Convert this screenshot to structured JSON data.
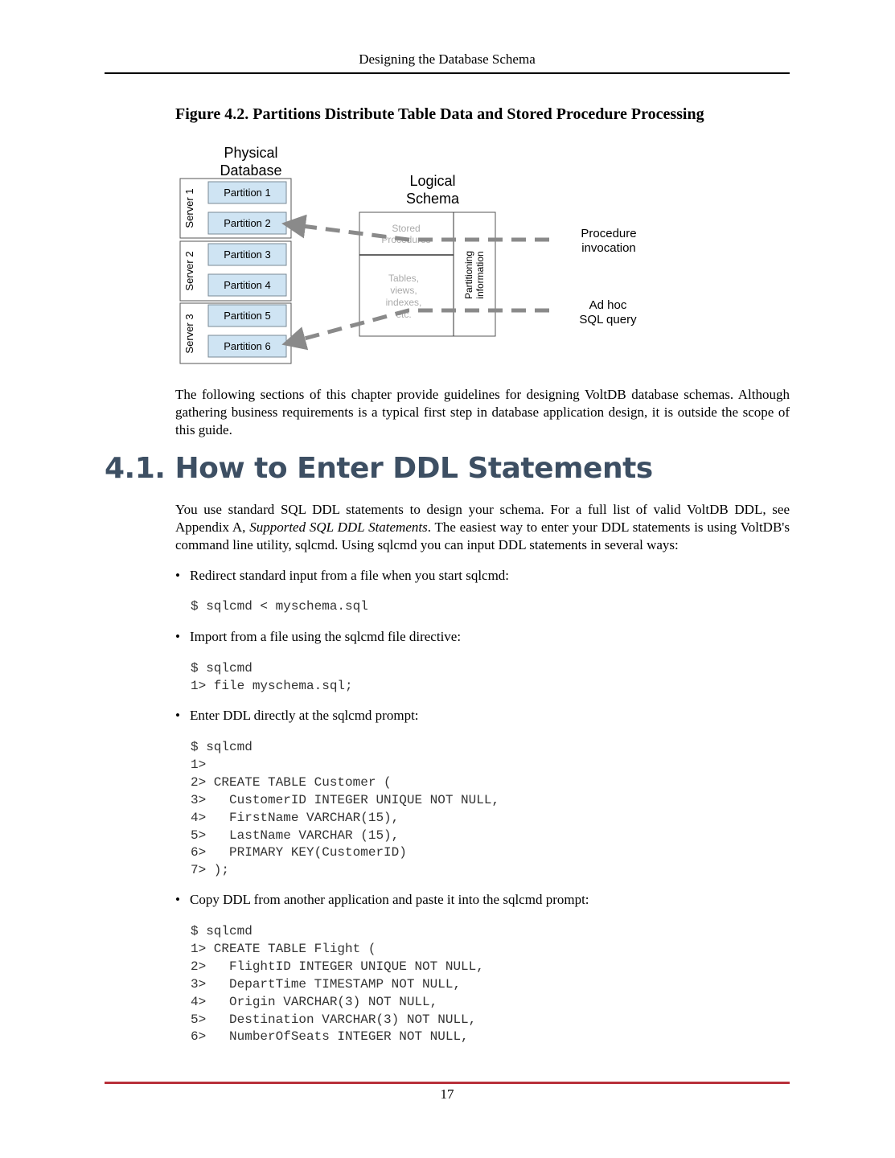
{
  "header": {
    "title": "Designing the Database Schema"
  },
  "figure": {
    "caption": "Figure 4.2. Partitions Distribute Table Data and Stored Procedure Processing",
    "physical_title_line1": "Physical",
    "physical_title_line2": "Database",
    "logical_title_line1": "Logical",
    "logical_title_line2": "Schema",
    "servers": [
      "Server 1",
      "Server 2",
      "Server 3"
    ],
    "partitions": [
      "Partition 1",
      "Partition 2",
      "Partition 3",
      "Partition 4",
      "Partition 5",
      "Partition 6"
    ],
    "stored_line1": "Stored",
    "stored_line2": "Procedures",
    "tables_line1": "Tables,",
    "tables_line2": "views,",
    "tables_line3": "indexes,",
    "tables_line4": "etc.",
    "partitioning_line1": "Partitioning",
    "partitioning_line2": "information",
    "procedure_line1": "Procedure",
    "procedure_line2": "invocation",
    "adhoc_line1": "Ad hoc",
    "adhoc_line2": "SQL query"
  },
  "intro_paragraph": "The following sections of this chapter provide guidelines for designing VoltDB database schemas. Although gathering business requirements is a typical first step in database application design, it is outside the scope of this guide.",
  "section": {
    "title": "4.1. How to Enter DDL Statements",
    "para_part1": "You use standard SQL DDL statements to design your schema. For a full list of valid VoltDB DDL, see Appendix A, ",
    "para_italic": "Supported SQL DDL Statements",
    "para_part2": ". The easiest way to enter your DDL statements is using VoltDB's command line utility, sqlcmd. Using sqlcmd you can input DDL statements in several ways:"
  },
  "bullet_symbol": "•",
  "bullets": [
    {
      "text": "Redirect standard input from a file when you start sqlcmd:",
      "code": "$ sqlcmd < myschema.sql"
    },
    {
      "text": "Import from a file using the sqlcmd file directive:",
      "code": "$ sqlcmd\n1> file myschema.sql;"
    },
    {
      "text": "Enter DDL directly at the sqlcmd prompt:",
      "code": "$ sqlcmd\n1>\n2> CREATE TABLE Customer (\n3>   CustomerID INTEGER UNIQUE NOT NULL,\n4>   FirstName VARCHAR(15),\n5>   LastName VARCHAR (15),\n6>   PRIMARY KEY(CustomerID)\n7> );"
    },
    {
      "text": "Copy DDL from another application and paste it into the sqlcmd prompt:",
      "code": "$ sqlcmd\n1> CREATE TABLE Flight (\n2>   FlightID INTEGER UNIQUE NOT NULL,\n3>   DepartTime TIMESTAMP NOT NULL,\n4>   Origin VARCHAR(3) NOT NULL,\n5>   Destination VARCHAR(3) NOT NULL,\n6>   NumberOfSeats INTEGER NOT NULL,"
    }
  ],
  "footer": {
    "page_number": "17"
  }
}
